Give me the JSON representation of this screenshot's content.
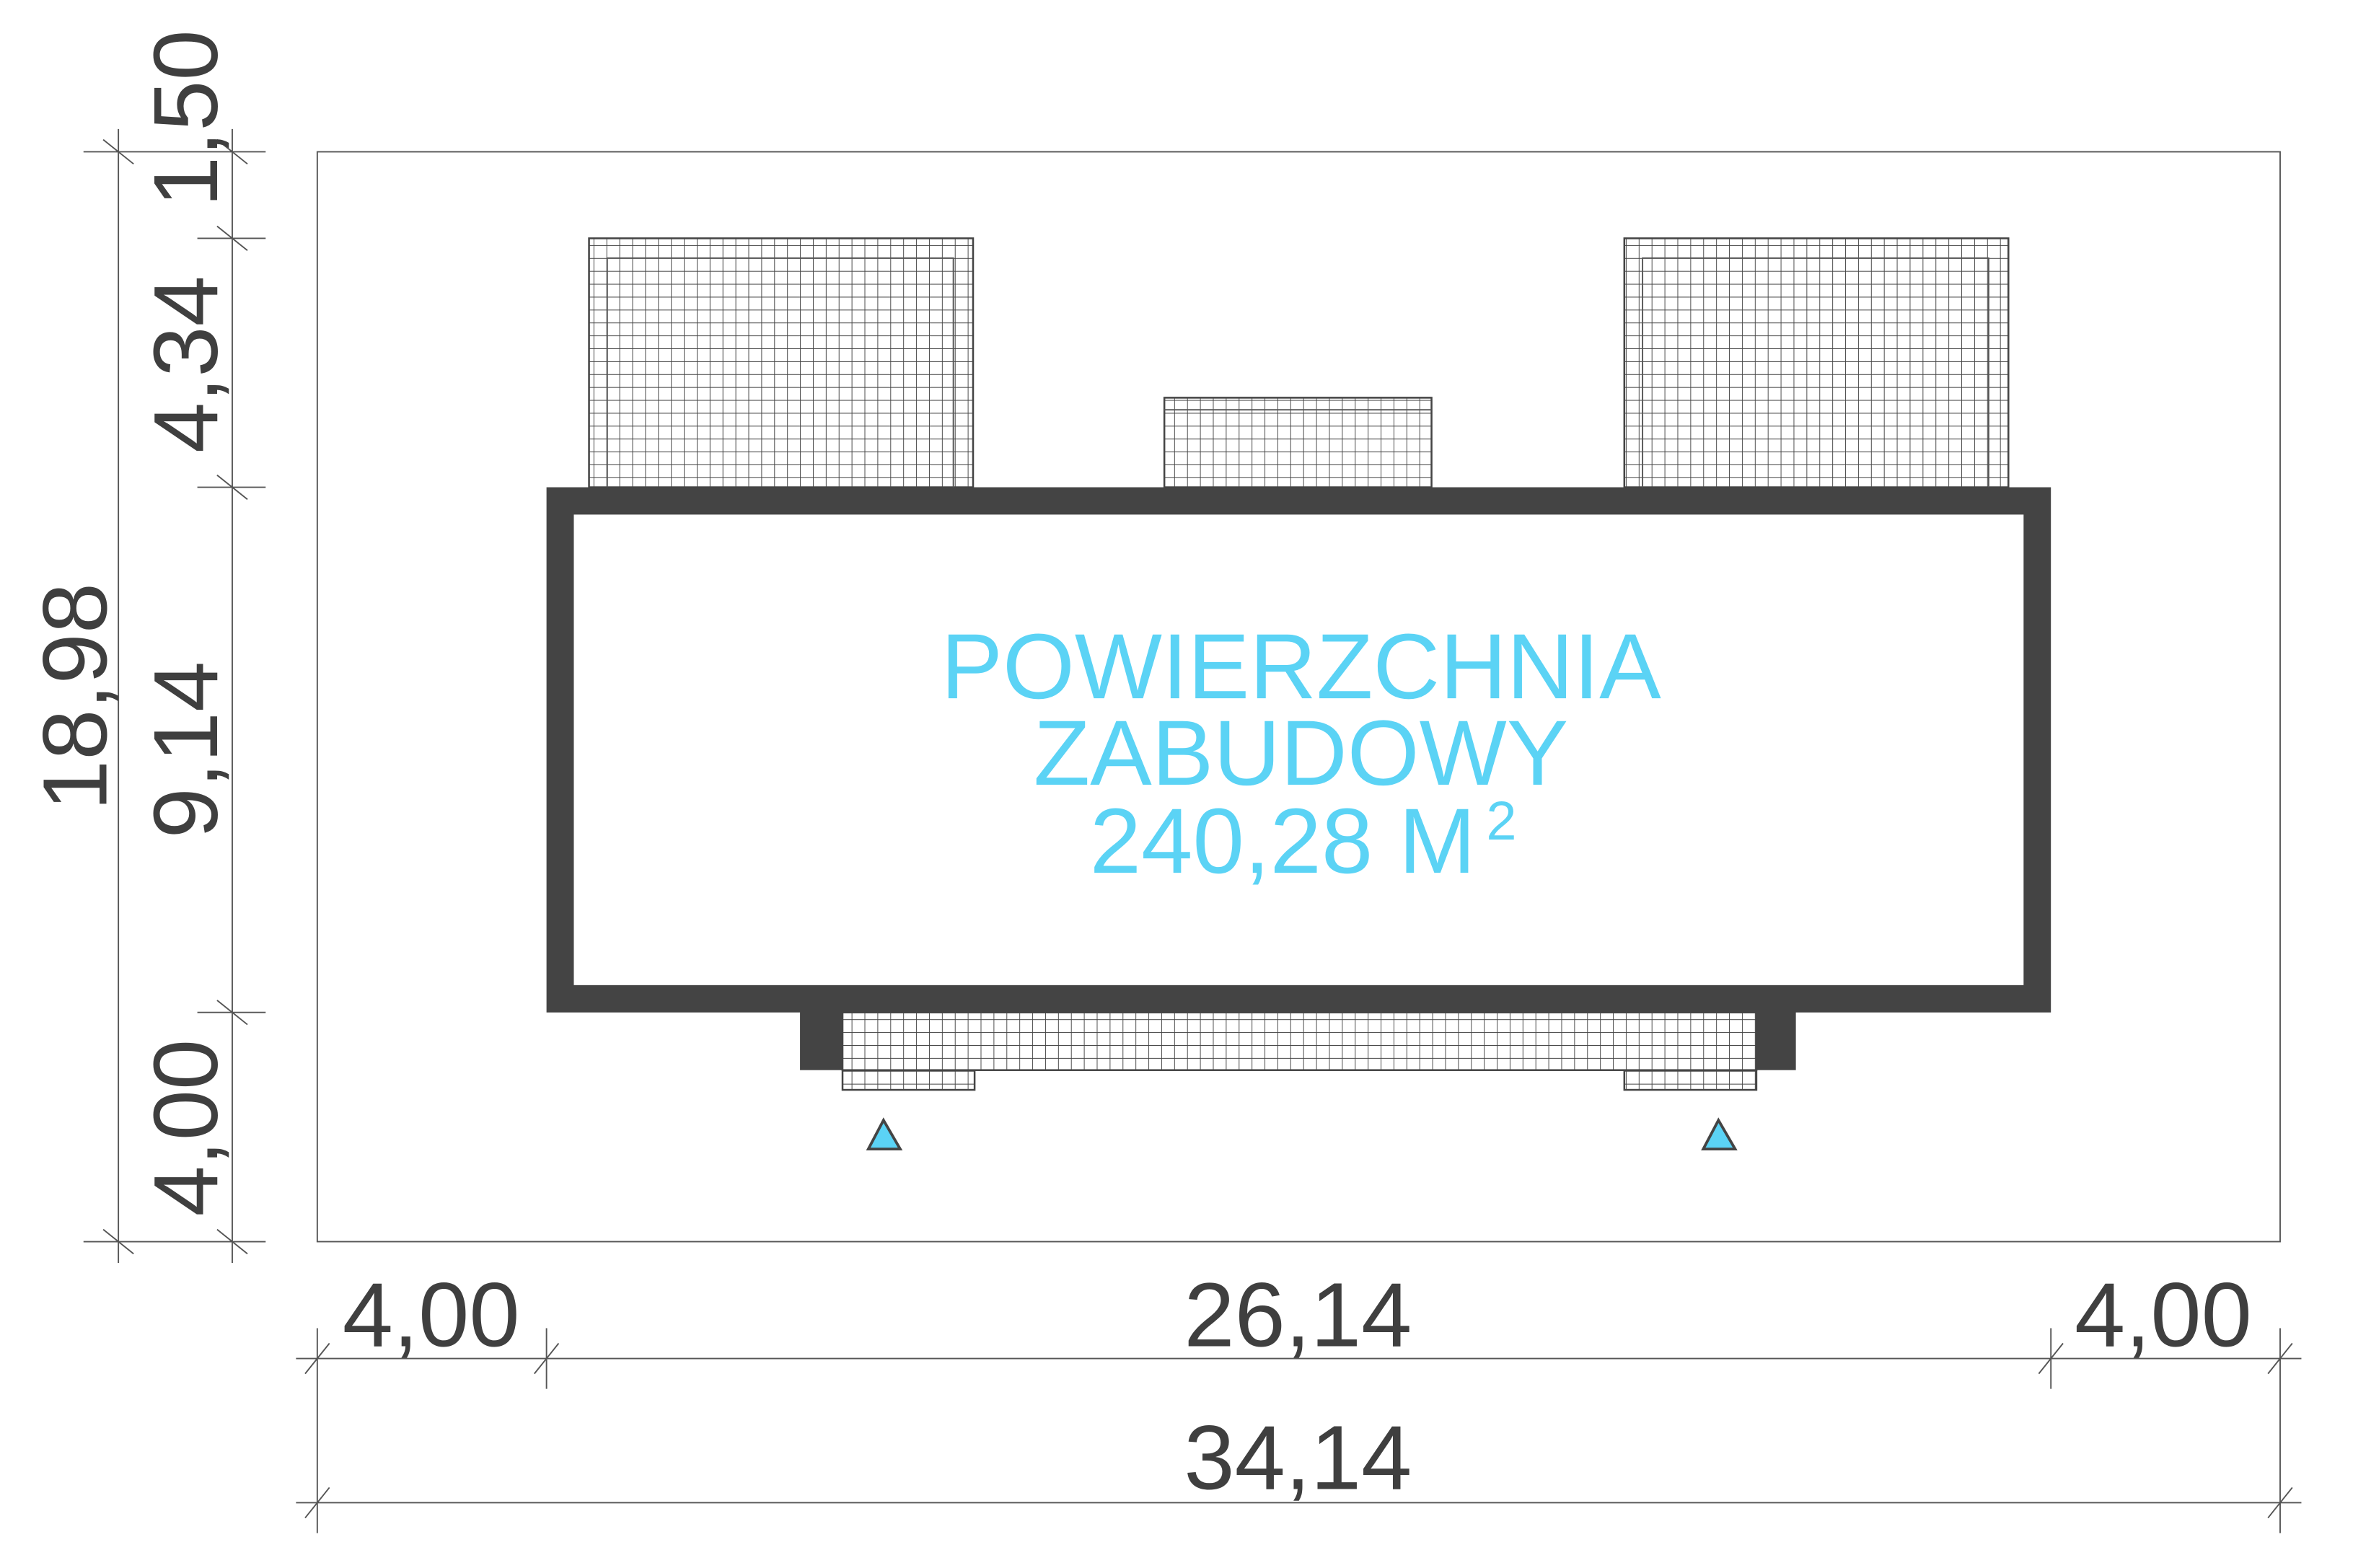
{
  "area_label": {
    "line1": "POWIERZCHNIA",
    "line2": "ZABUDOWY",
    "value": "240,28 M",
    "exponent": "2"
  },
  "dimensions": {
    "vertical_total": "18,98",
    "vertical_segments": [
      "1,50",
      "4,34",
      "9,14",
      "4,00"
    ],
    "horizontal_segments": [
      "4,00",
      "26,14",
      "4,00"
    ],
    "horizontal_total": "34,14"
  },
  "colors": {
    "wall": "#444444",
    "area_text": "#5bd3f5",
    "entrance_marker": "#5bd3f5"
  }
}
